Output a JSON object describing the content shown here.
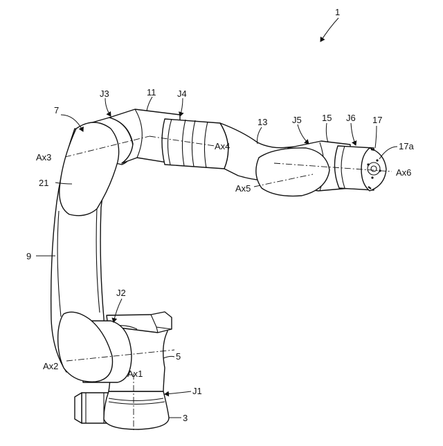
{
  "figure": {
    "labels": {
      "ref1": "1",
      "ref3": "3",
      "ref5": "5",
      "ref7": "7",
      "ref9": "9",
      "ref11": "11",
      "ref13": "13",
      "ref15": "15",
      "ref17": "17",
      "ref17a": "17a",
      "ref21": "21",
      "j1": "J1",
      "j2": "J2",
      "j3": "J3",
      "j4": "J4",
      "j5": "J5",
      "j6": "J6",
      "ax1": "Ax1",
      "ax2": "Ax2",
      "ax3": "Ax3",
      "ax4": "Ax4",
      "ax5": "Ax5",
      "ax6": "Ax6"
    }
  }
}
